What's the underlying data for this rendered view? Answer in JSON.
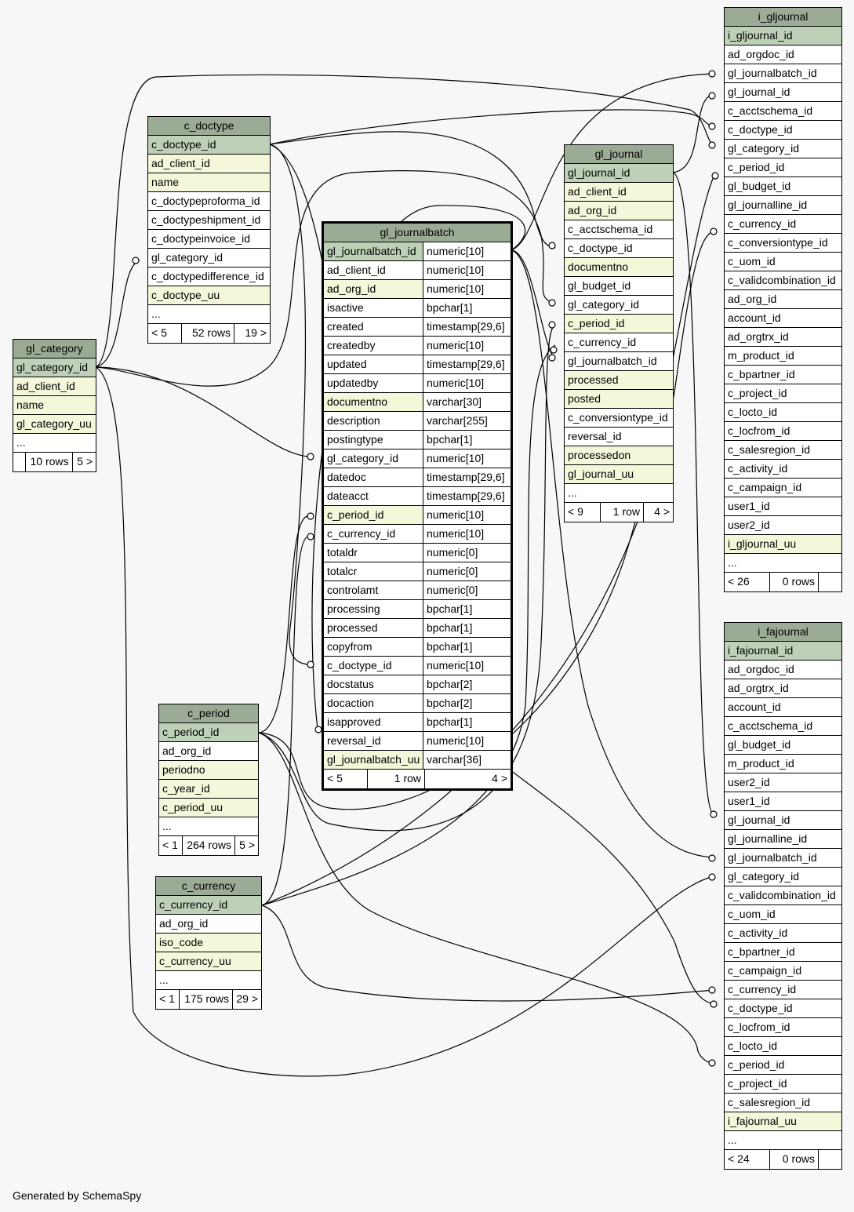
{
  "footer": "Generated by SchemaSpy",
  "tables": {
    "gl_category": {
      "name": "gl_category",
      "rows": [
        {
          "name": "gl_category_id",
          "kind": "pk"
        },
        {
          "name": "ad_client_id",
          "kind": "idx"
        },
        {
          "name": "name",
          "kind": "idx"
        },
        {
          "name": "gl_category_uu",
          "kind": "idx"
        },
        {
          "name": "...",
          "kind": ""
        }
      ],
      "footer": [
        "",
        "10 rows",
        "5 >"
      ]
    },
    "c_doctype": {
      "name": "c_doctype",
      "rows": [
        {
          "name": "c_doctype_id",
          "kind": "pk"
        },
        {
          "name": "ad_client_id",
          "kind": "idx"
        },
        {
          "name": "name",
          "kind": "idx"
        },
        {
          "name": "c_doctypeproforma_id",
          "kind": ""
        },
        {
          "name": "c_doctypeshipment_id",
          "kind": ""
        },
        {
          "name": "c_doctypeinvoice_id",
          "kind": ""
        },
        {
          "name": "gl_category_id",
          "kind": ""
        },
        {
          "name": "c_doctypedifference_id",
          "kind": ""
        },
        {
          "name": "c_doctype_uu",
          "kind": "idx"
        },
        {
          "name": "...",
          "kind": ""
        }
      ],
      "footer": [
        "< 5",
        "52 rows",
        "19 >"
      ]
    },
    "gl_journalbatch": {
      "name": "gl_journalbatch",
      "rows": [
        {
          "name": "gl_journalbatch_id",
          "type": "numeric[10]",
          "kind": "pk"
        },
        {
          "name": "ad_client_id",
          "type": "numeric[10]",
          "kind": ""
        },
        {
          "name": "ad_org_id",
          "type": "numeric[10]",
          "kind": "idx"
        },
        {
          "name": "isactive",
          "type": "bpchar[1]",
          "kind": ""
        },
        {
          "name": "created",
          "type": "timestamp[29,6]",
          "kind": ""
        },
        {
          "name": "createdby",
          "type": "numeric[10]",
          "kind": ""
        },
        {
          "name": "updated",
          "type": "timestamp[29,6]",
          "kind": ""
        },
        {
          "name": "updatedby",
          "type": "numeric[10]",
          "kind": ""
        },
        {
          "name": "documentno",
          "type": "varchar[30]",
          "kind": "idx"
        },
        {
          "name": "description",
          "type": "varchar[255]",
          "kind": ""
        },
        {
          "name": "postingtype",
          "type": "bpchar[1]",
          "kind": ""
        },
        {
          "name": "gl_category_id",
          "type": "numeric[10]",
          "kind": ""
        },
        {
          "name": "datedoc",
          "type": "timestamp[29,6]",
          "kind": ""
        },
        {
          "name": "dateacct",
          "type": "timestamp[29,6]",
          "kind": ""
        },
        {
          "name": "c_period_id",
          "type": "numeric[10]",
          "kind": "idx"
        },
        {
          "name": "c_currency_id",
          "type": "numeric[10]",
          "kind": ""
        },
        {
          "name": "totaldr",
          "type": "numeric[0]",
          "kind": ""
        },
        {
          "name": "totalcr",
          "type": "numeric[0]",
          "kind": ""
        },
        {
          "name": "controlamt",
          "type": "numeric[0]",
          "kind": ""
        },
        {
          "name": "processing",
          "type": "bpchar[1]",
          "kind": ""
        },
        {
          "name": "processed",
          "type": "bpchar[1]",
          "kind": ""
        },
        {
          "name": "copyfrom",
          "type": "bpchar[1]",
          "kind": ""
        },
        {
          "name": "c_doctype_id",
          "type": "numeric[10]",
          "kind": ""
        },
        {
          "name": "docstatus",
          "type": "bpchar[2]",
          "kind": ""
        },
        {
          "name": "docaction",
          "type": "bpchar[2]",
          "kind": ""
        },
        {
          "name": "isapproved",
          "type": "bpchar[1]",
          "kind": ""
        },
        {
          "name": "reversal_id",
          "type": "numeric[10]",
          "kind": ""
        },
        {
          "name": "gl_journalbatch_uu",
          "type": "varchar[36]",
          "kind": "idx"
        }
      ],
      "footer": [
        "< 5",
        "1 row",
        "4 >"
      ]
    },
    "gl_journal": {
      "name": "gl_journal",
      "rows": [
        {
          "name": "gl_journal_id",
          "kind": "pk"
        },
        {
          "name": "ad_client_id",
          "kind": "idx"
        },
        {
          "name": "ad_org_id",
          "kind": "idx"
        },
        {
          "name": "c_acctschema_id",
          "kind": ""
        },
        {
          "name": "c_doctype_id",
          "kind": ""
        },
        {
          "name": "documentno",
          "kind": "idx"
        },
        {
          "name": "gl_budget_id",
          "kind": ""
        },
        {
          "name": "gl_category_id",
          "kind": ""
        },
        {
          "name": "c_period_id",
          "kind": "idx"
        },
        {
          "name": "c_currency_id",
          "kind": ""
        },
        {
          "name": "gl_journalbatch_id",
          "kind": ""
        },
        {
          "name": "processed",
          "kind": "idx"
        },
        {
          "name": "posted",
          "kind": "idx"
        },
        {
          "name": "c_conversiontype_id",
          "kind": ""
        },
        {
          "name": "reversal_id",
          "kind": ""
        },
        {
          "name": "processedon",
          "kind": "idx"
        },
        {
          "name": "gl_journal_uu",
          "kind": "idx"
        },
        {
          "name": "...",
          "kind": ""
        }
      ],
      "footer": [
        "< 9",
        "1 row",
        "4 >"
      ]
    },
    "i_gljournal": {
      "name": "i_gljournal",
      "rows": [
        {
          "name": "i_gljournal_id",
          "kind": "pk"
        },
        {
          "name": "ad_orgdoc_id",
          "kind": ""
        },
        {
          "name": "gl_journalbatch_id",
          "kind": ""
        },
        {
          "name": "gl_journal_id",
          "kind": ""
        },
        {
          "name": "c_acctschema_id",
          "kind": ""
        },
        {
          "name": "c_doctype_id",
          "kind": ""
        },
        {
          "name": "gl_category_id",
          "kind": ""
        },
        {
          "name": "c_period_id",
          "kind": ""
        },
        {
          "name": "gl_budget_id",
          "kind": ""
        },
        {
          "name": "gl_journalline_id",
          "kind": ""
        },
        {
          "name": "c_currency_id",
          "kind": ""
        },
        {
          "name": "c_conversiontype_id",
          "kind": ""
        },
        {
          "name": "c_uom_id",
          "kind": ""
        },
        {
          "name": "c_validcombination_id",
          "kind": ""
        },
        {
          "name": "ad_org_id",
          "kind": ""
        },
        {
          "name": "account_id",
          "kind": ""
        },
        {
          "name": "ad_orgtrx_id",
          "kind": ""
        },
        {
          "name": "m_product_id",
          "kind": ""
        },
        {
          "name": "c_bpartner_id",
          "kind": ""
        },
        {
          "name": "c_project_id",
          "kind": ""
        },
        {
          "name": "c_locto_id",
          "kind": ""
        },
        {
          "name": "c_locfrom_id",
          "kind": ""
        },
        {
          "name": "c_salesregion_id",
          "kind": ""
        },
        {
          "name": "c_activity_id",
          "kind": ""
        },
        {
          "name": "c_campaign_id",
          "kind": ""
        },
        {
          "name": "user1_id",
          "kind": ""
        },
        {
          "name": "user2_id",
          "kind": ""
        },
        {
          "name": "i_gljournal_uu",
          "kind": "idx"
        },
        {
          "name": "...",
          "kind": ""
        }
      ],
      "footer": [
        "< 26",
        "0 rows",
        ""
      ]
    },
    "i_fajournal": {
      "name": "i_fajournal",
      "rows": [
        {
          "name": "i_fajournal_id",
          "kind": "pk"
        },
        {
          "name": "ad_orgdoc_id",
          "kind": ""
        },
        {
          "name": "ad_orgtrx_id",
          "kind": ""
        },
        {
          "name": "account_id",
          "kind": ""
        },
        {
          "name": "c_acctschema_id",
          "kind": ""
        },
        {
          "name": "gl_budget_id",
          "kind": ""
        },
        {
          "name": "m_product_id",
          "kind": ""
        },
        {
          "name": "user2_id",
          "kind": ""
        },
        {
          "name": "user1_id",
          "kind": ""
        },
        {
          "name": "gl_journal_id",
          "kind": ""
        },
        {
          "name": "gl_journalline_id",
          "kind": ""
        },
        {
          "name": "gl_journalbatch_id",
          "kind": ""
        },
        {
          "name": "gl_category_id",
          "kind": ""
        },
        {
          "name": "c_validcombination_id",
          "kind": ""
        },
        {
          "name": "c_uom_id",
          "kind": ""
        },
        {
          "name": "c_activity_id",
          "kind": ""
        },
        {
          "name": "c_bpartner_id",
          "kind": ""
        },
        {
          "name": "c_campaign_id",
          "kind": ""
        },
        {
          "name": "c_currency_id",
          "kind": ""
        },
        {
          "name": "c_doctype_id",
          "kind": ""
        },
        {
          "name": "c_locfrom_id",
          "kind": ""
        },
        {
          "name": "c_locto_id",
          "kind": ""
        },
        {
          "name": "c_period_id",
          "kind": ""
        },
        {
          "name": "c_project_id",
          "kind": ""
        },
        {
          "name": "c_salesregion_id",
          "kind": ""
        },
        {
          "name": "i_fajournal_uu",
          "kind": "idx"
        },
        {
          "name": "...",
          "kind": ""
        }
      ],
      "footer": [
        "< 24",
        "0 rows",
        ""
      ]
    },
    "c_period": {
      "name": "c_period",
      "rows": [
        {
          "name": "c_period_id",
          "kind": "pk"
        },
        {
          "name": "ad_org_id",
          "kind": ""
        },
        {
          "name": "periodno",
          "kind": "idx"
        },
        {
          "name": "c_year_id",
          "kind": "idx"
        },
        {
          "name": "c_period_uu",
          "kind": "idx"
        },
        {
          "name": "...",
          "kind": ""
        }
      ],
      "footer": [
        "< 1",
        "264 rows",
        "5 >"
      ]
    },
    "c_currency": {
      "name": "c_currency",
      "rows": [
        {
          "name": "c_currency_id",
          "kind": "pk"
        },
        {
          "name": "ad_org_id",
          "kind": ""
        },
        {
          "name": "iso_code",
          "kind": "idx"
        },
        {
          "name": "c_currency_uu",
          "kind": "idx"
        },
        {
          "name": "...",
          "kind": ""
        }
      ],
      "footer": [
        "< 1",
        "175 rows",
        "29 >"
      ]
    }
  }
}
